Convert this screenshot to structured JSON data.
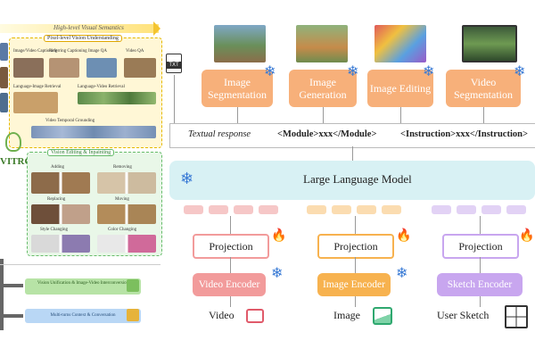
{
  "left_panel": {
    "banner": "High-level Visual Semantics",
    "pixel_title": "Pixel-level Vision Understanding",
    "tasks_top": [
      "Image/Video Captioning",
      "Referring Captioning",
      "Image QA",
      "Video QA"
    ],
    "tasks_mid": [
      "Language-Image Retrieval",
      "Language-Video Retrieval"
    ],
    "temporal": "Video Temporal Grounding",
    "edit_title": "Vision Editing & Inpainting",
    "edit_ops": [
      "Adding",
      "Removing",
      "Replacing",
      "Moving",
      "Style Changing",
      "Color Changing"
    ],
    "brand": "VITRON",
    "unification": "Vision Unification & Image-Video Interconversion",
    "multiturn": "Multi-turns Context & Conversation",
    "file_icon_label": "TXT"
  },
  "modules": [
    {
      "label": "Image Segmentation"
    },
    {
      "label": "Image Generation"
    },
    {
      "label": "Image Editing"
    },
    {
      "label": "Video Segmentation"
    }
  ],
  "response": {
    "text": "Textual response",
    "module": "<Module>xxx</Module>",
    "instruction": "<Instruction>xxx</Instruction>"
  },
  "llm": {
    "label": "Large Language Model"
  },
  "branches": [
    {
      "projection": "Projection",
      "encoder": "Video Encoder",
      "input": "Video"
    },
    {
      "projection": "Projection",
      "encoder": "Image Encoder",
      "input": "Image"
    },
    {
      "projection": "Projection",
      "encoder": "Sketch Encoder",
      "input": "User Sketch"
    }
  ],
  "colors": {
    "module": "#f7b07a",
    "llm": "#d8f1f4",
    "video_branch": "#f29b9b",
    "image_branch": "#f7b24f",
    "sketch_branch": "#c8a6ef"
  }
}
